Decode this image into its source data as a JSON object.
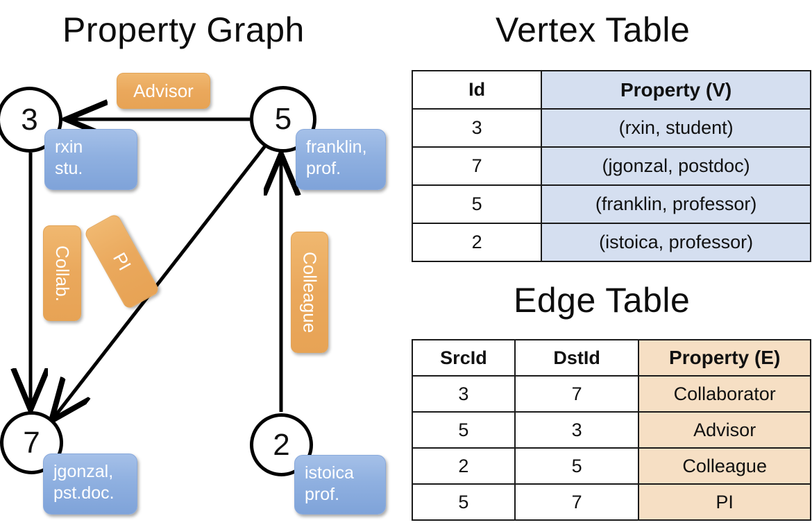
{
  "titles": {
    "graph": "Property Graph",
    "vertex_table": "Vertex Table",
    "edge_table": "Edge Table"
  },
  "graph": {
    "vertices": [
      {
        "id": "3",
        "property_label": "rxin\nstu."
      },
      {
        "id": "5",
        "property_label": "franklin,\nprof."
      },
      {
        "id": "7",
        "property_label": "jgonzal,\npst.doc."
      },
      {
        "id": "2",
        "property_label": "istoica\nprof."
      }
    ],
    "vertex_labels": {
      "v3_line1": "rxin",
      "v3_line2": "stu.",
      "v5_line1": "franklin,",
      "v5_line2": "prof.",
      "v7_line1": "jgonzal,",
      "v7_line2": "pst.doc.",
      "v2_line1": "istoica",
      "v2_line2": "prof."
    },
    "ids": {
      "v3": "3",
      "v5": "5",
      "v7": "7",
      "v2": "2"
    },
    "edge_labels": {
      "advisor": "Advisor",
      "collab": "Collab.",
      "pi": "PI",
      "colleague": "Colleague"
    },
    "edges": [
      {
        "src": "5",
        "dst": "3",
        "label": "Advisor"
      },
      {
        "src": "3",
        "dst": "7",
        "label": "Collab."
      },
      {
        "src": "5",
        "dst": "7",
        "label": "PI"
      },
      {
        "src": "2",
        "dst": "5",
        "label": "Colleague"
      }
    ]
  },
  "vertex_table": {
    "headers": [
      "Id",
      "Property (V)"
    ],
    "rows": [
      {
        "id": "3",
        "property": "(rxin, student)"
      },
      {
        "id": "7",
        "property": "(jgonzal, postdoc)"
      },
      {
        "id": "5",
        "property": "(franklin, professor)"
      },
      {
        "id": "2",
        "property": "(istoica, professor)"
      }
    ]
  },
  "edge_table": {
    "headers": [
      "SrcId",
      "DstId",
      "Property (E)"
    ],
    "rows": [
      {
        "src": "3",
        "dst": "7",
        "property": "Collaborator"
      },
      {
        "src": "5",
        "dst": "3",
        "property": "Advisor"
      },
      {
        "src": "2",
        "dst": "5",
        "property": "Colleague"
      },
      {
        "src": "5",
        "dst": "7",
        "property": "PI"
      }
    ]
  },
  "colors": {
    "vertex_property_fill": "#d5dff0",
    "edge_property_fill": "#f6dfc4",
    "vertex_box_blue": "#8fb0e0",
    "edge_label_orange": "#eaa85c",
    "stroke": "#000000",
    "background": "#ffffff"
  }
}
